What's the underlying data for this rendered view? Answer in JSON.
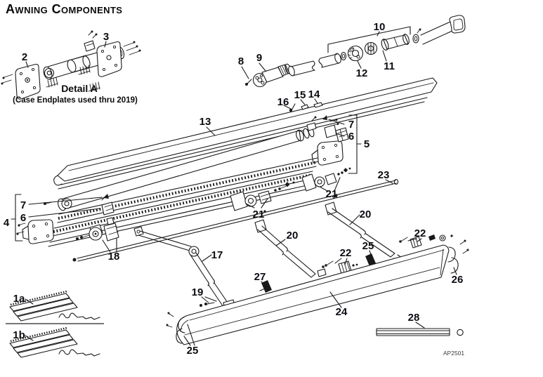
{
  "title": "Awning Components",
  "detail_a": {
    "title": "Detail A",
    "caption": "(Case Endplates used thru 2019)"
  },
  "drawing_code": "AP2501",
  "colors": {
    "line": "#1a1a1a",
    "label": "#0b0b12",
    "background": "#ffffff"
  },
  "labels": {
    "n1a": "1a",
    "n1b": "1b",
    "n2": "2",
    "n3": "3",
    "n4": "4",
    "n5": "5",
    "n6_left": "6",
    "n6_right": "6",
    "n7_left": "7",
    "n7_right": "7",
    "n8": "8",
    "n9": "9",
    "n10": "10",
    "n11": "11",
    "n12": "12",
    "n13": "13",
    "n14": "14",
    "n15": "15",
    "n16": "16",
    "n17": "17",
    "n18": "18",
    "n19": "19",
    "n20_center": "20",
    "n20_right": "20",
    "n21_center": "21",
    "n21_right": "21",
    "n22_left": "22",
    "n22_right": "22",
    "n23": "23",
    "n24": "24",
    "n25_left": "25",
    "n25_mid": "25",
    "n26": "26",
    "n27": "27",
    "n28": "28"
  }
}
